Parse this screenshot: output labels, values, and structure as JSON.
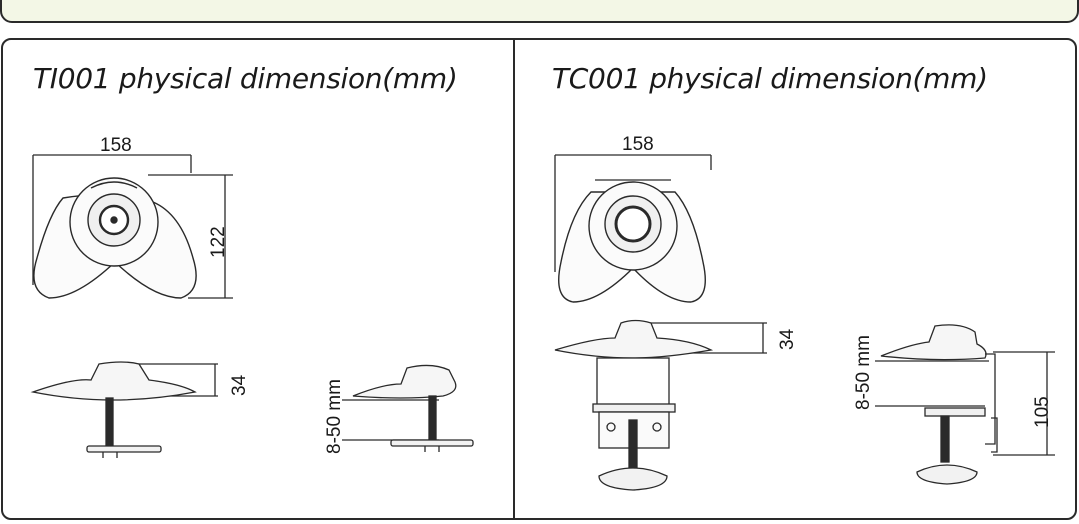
{
  "panels": {
    "left": {
      "title": "TI001 physical dimension(mm)",
      "width_label": "158",
      "depth_label": "122",
      "height_label": "34",
      "clamp_range_label": "8-50 mm"
    },
    "right": {
      "title": "TC001 physical dimension(mm)",
      "width_label": "158",
      "height_label": "34",
      "clamp_range_label": "8-50 mm",
      "total_height_label": "105"
    }
  },
  "colors": {
    "line": "#2a2a2a",
    "header_bg": "#f3f7e6"
  }
}
